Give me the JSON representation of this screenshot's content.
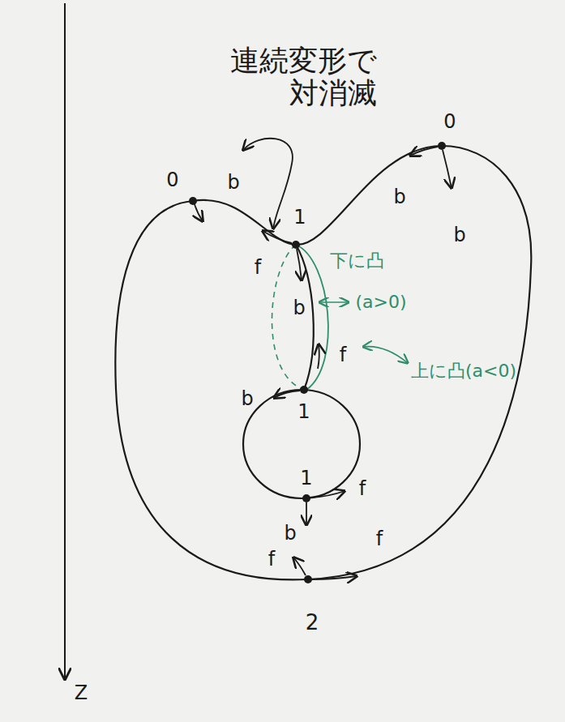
{
  "diagram": {
    "labels": [
      "連続変形で 対消滅",
      "0",
      "b",
      "1",
      "f",
      "b",
      "下に凸",
      "(a>0)",
      "f",
      "上に凸(a<0)",
      "b",
      "1",
      "1",
      "f",
      "b",
      "f",
      "f",
      "2",
      "0",
      "b",
      "b",
      "Z"
    ]
  }
}
